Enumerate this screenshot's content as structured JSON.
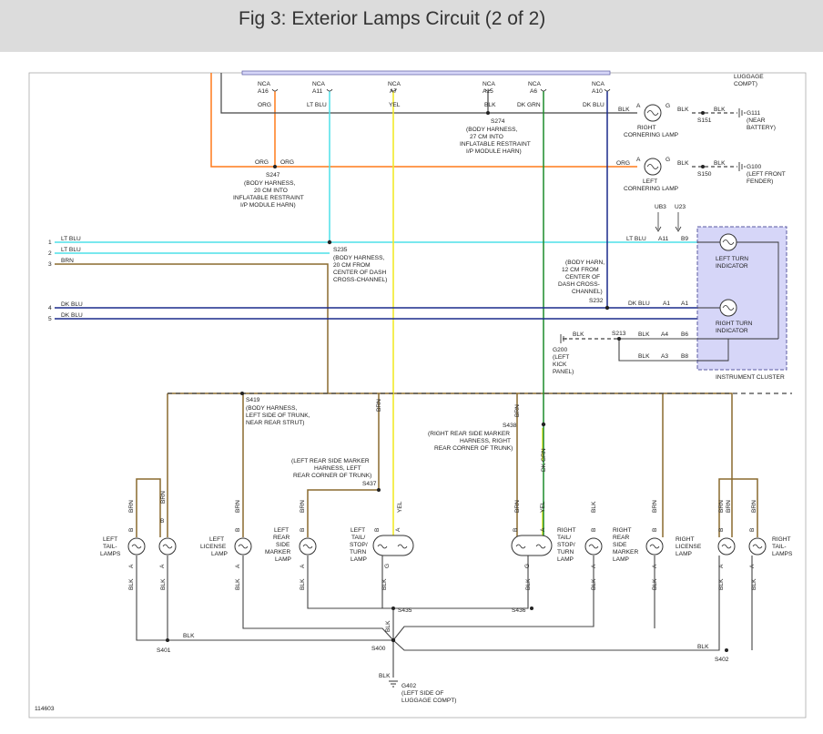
{
  "header": {
    "title": "Fig 3: Exterior Lamps Circuit (2 of 2)"
  },
  "colors": {
    "background": "#ffffff",
    "header_bg": "#dcdcdc",
    "wire_org": "#ff7a1a",
    "wire_lt_blu": "#4de0e8",
    "wire_yel": "#f2ea2a",
    "wire_dk_grn": "#1c8c2a",
    "wire_dk_blu": "#1a2a8c",
    "wire_brn": "#8a6a2e",
    "wire_blk": "#333333",
    "cluster_fill": "#d6d6f8"
  },
  "figure_id": "114603",
  "top_connectors": [
    {
      "name": "NCA",
      "pin": "A16",
      "wire": "ORG"
    },
    {
      "name": "NCA",
      "pin": "A11",
      "wire": "LT BLU"
    },
    {
      "name": "NCA",
      "pin": "A7",
      "wire": "YEL"
    },
    {
      "name": "NCA",
      "pin": "A15",
      "wire": "BLK"
    },
    {
      "name": "NCA",
      "pin": "A6",
      "wire": "DK GRN"
    },
    {
      "name": "NCA",
      "pin": "A10",
      "wire": "DK BLU"
    }
  ],
  "luggage_partial": [
    "LUGGAGE",
    "COMPT)"
  ],
  "splices": {
    "s274": {
      "id": "S274",
      "desc": [
        "(BODY HARNESS,",
        "27 CM INTO",
        "INFLATABLE RESTRAINT",
        "I/P MODULE HARN)"
      ]
    },
    "s247": {
      "id": "S247",
      "desc": [
        "(BODY HARNESS,",
        "20 CM INTO",
        "INFLATABLE RESTRAINT",
        "I/P MODULE HARN)"
      ]
    },
    "s235": {
      "id": "S235",
      "desc": [
        "(BODY HARNESS,",
        "20 CM FROM",
        "CENTER OF DASH",
        "CROSS-CHANNEL)"
      ]
    },
    "s232": {
      "id": "S232",
      "desc": [
        "(BODY HARN,",
        "12 CM FROM",
        "CENTER OF",
        "DASH CROSS-",
        "CHANNEL)"
      ]
    },
    "s419": {
      "id": "S419",
      "desc": [
        "(BODY HARNESS,",
        "LEFT SIDE OF TRUNK,",
        "NEAR REAR STRUT)"
      ]
    },
    "s437": {
      "id": "S437",
      "desc": [
        "(LEFT REAR SIDE MARKER",
        "HARNESS, LEFT",
        "REAR CORNER OF TRUNK)"
      ]
    },
    "s438": {
      "id": "S438",
      "desc": [
        "(RIGHT REAR SIDE MARKER",
        "HARNESS, RIGHT",
        "REAR CORNER OF TRUNK)"
      ]
    },
    "s151": "S151",
    "s150": "S150",
    "s213": "S213",
    "s435": "S435",
    "s436": "S436",
    "s400": "S400",
    "s401": "S401",
    "s402": "S402"
  },
  "grounds": {
    "g111": {
      "id": "G111",
      "desc": [
        "(NEAR",
        "BATTERY)"
      ]
    },
    "g100": {
      "id": "G100",
      "desc": [
        "(LEFT FRONT",
        "FENDER)"
      ]
    },
    "g200": {
      "id": "G200",
      "desc": [
        "(LEFT",
        "KICK",
        "PANEL)"
      ]
    },
    "g402": {
      "id": "G402",
      "desc": [
        "(LEFT SIDE OF",
        "LUGGAGE COMPT)"
      ]
    }
  },
  "lamps": {
    "right_cornering": [
      "RIGHT",
      "CORNERING LAMP"
    ],
    "left_cornering": [
      "LEFT",
      "CORNERING LAMP"
    ],
    "left_tail": [
      "LEFT",
      "TAIL-",
      "LAMPS"
    ],
    "left_license": [
      "LEFT",
      "LICENSE",
      "LAMP"
    ],
    "left_rear_side_marker": [
      "LEFT",
      "REAR",
      "SIDE",
      "MARKER",
      "LAMP"
    ],
    "left_stop_turn": [
      "LEFT",
      "TAIL/",
      "STOP/",
      "TURN",
      "LAMP"
    ],
    "right_stop_turn": [
      "RIGHT",
      "TAIL/",
      "STOP/",
      "TURN",
      "LAMP"
    ],
    "right_rear_side_marker": [
      "RIGHT",
      "REAR",
      "SIDE",
      "MARKER",
      "LAMP"
    ],
    "right_license": [
      "RIGHT",
      "LICENSE",
      "LAMP"
    ],
    "right_tail": [
      "RIGHT",
      "TAIL-",
      "LAMPS"
    ]
  },
  "pin_letters": {
    "a": "A",
    "b": "B",
    "g": "G"
  },
  "wire_labels": {
    "org": "ORG",
    "lt_blu": "LT BLU",
    "yel": "YEL",
    "blk": "BLK",
    "dk_grn": "DK GRN",
    "dk_blu": "DK BLU",
    "brn": "BRN"
  },
  "left_terminals": [
    {
      "num": "1",
      "wire": "LT BLU"
    },
    {
      "num": "2",
      "wire": "LT BLU"
    },
    {
      "num": "3",
      "wire": "BRN"
    },
    {
      "num": "4",
      "wire": "DK BLU"
    },
    {
      "num": "5",
      "wire": "DK BLU"
    }
  ],
  "cluster": {
    "title": "INSTRUMENT CLUSTER",
    "left_turn": [
      "LEFT TURN",
      "INDICATOR"
    ],
    "right_turn": [
      "RIGHT TURN",
      "INDICATOR"
    ],
    "pins": {
      "b9": "B9",
      "a1": "A1",
      "b6": "B6",
      "b8": "B8",
      "a11": "A11",
      "a4": "A4",
      "a3": "A3"
    },
    "ub3": "UB3",
    "u23": "U23"
  }
}
